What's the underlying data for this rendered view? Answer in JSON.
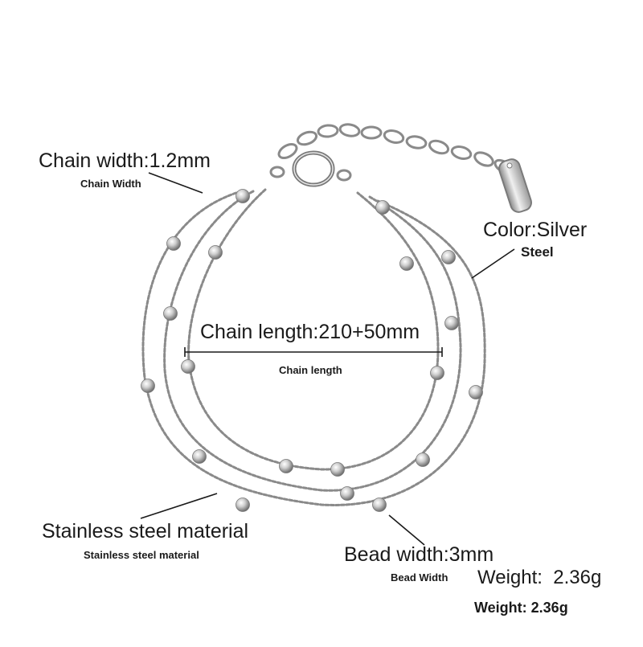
{
  "annotations": {
    "chain_width": {
      "title": "Chain width:1.2mm",
      "subtitle": "Chain Width"
    },
    "color": {
      "title": "Color:Silver",
      "subtitle": "Steel"
    },
    "chain_length": {
      "title": "Chain length:210+50mm",
      "subtitle": "Chain length"
    },
    "material": {
      "title": "Stainless steel material",
      "subtitle": "Stainless steel material"
    },
    "bead_width": {
      "title": "Bead width:3mm",
      "subtitle": "Bead Width"
    },
    "weight": {
      "title": "Weight:  2.36g",
      "subtitle": "Weight: 2.36g"
    }
  },
  "colors": {
    "background": "#ffffff",
    "text": "#1a1a1a",
    "metal_dark": "#7d7d7d",
    "metal_mid": "#b8b8b8",
    "metal_light": "#f2f2f2"
  }
}
